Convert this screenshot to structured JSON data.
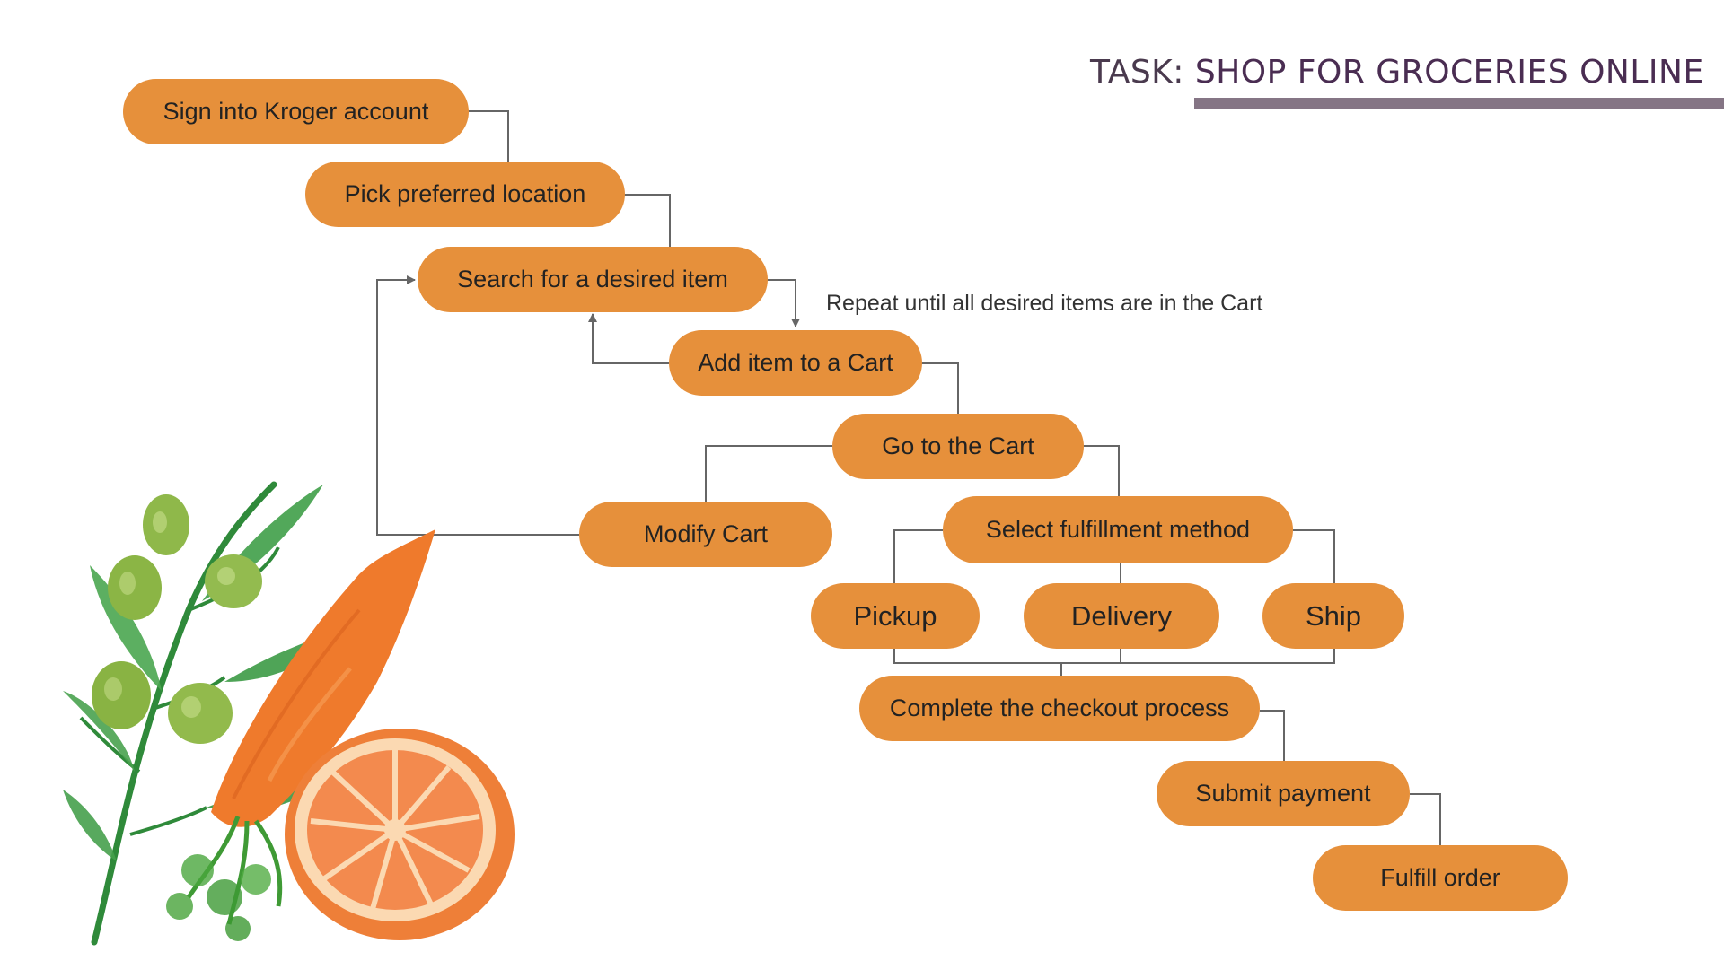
{
  "title": {
    "lead": "TASK:",
    "rest": "SHOP FOR GROCERIES ONLINE"
  },
  "note": "Repeat until all desired items are in the Cart",
  "nodes": {
    "sign_in": "Sign into Kroger account",
    "pick_location": "Pick preferred location",
    "search": "Search for a desired item",
    "add_to_cart": "Add item to a Cart",
    "go_to_cart": "Go to the Cart",
    "modify_cart": "Modify Cart",
    "select_fulfillment": "Select fulfillment method",
    "pickup": "Pickup",
    "delivery": "Delivery",
    "ship": "Ship",
    "checkout": "Complete the checkout process",
    "submit_payment": "Submit payment",
    "fulfill_order": "Fulfill order"
  },
  "colors": {
    "node_fill": "#e6903b",
    "connector": "#666666",
    "title_accent": "#4a2d52",
    "title_bar": "#857585"
  },
  "illustration": {
    "items": [
      "olive-branch",
      "carrot",
      "grapefruit-half"
    ]
  }
}
